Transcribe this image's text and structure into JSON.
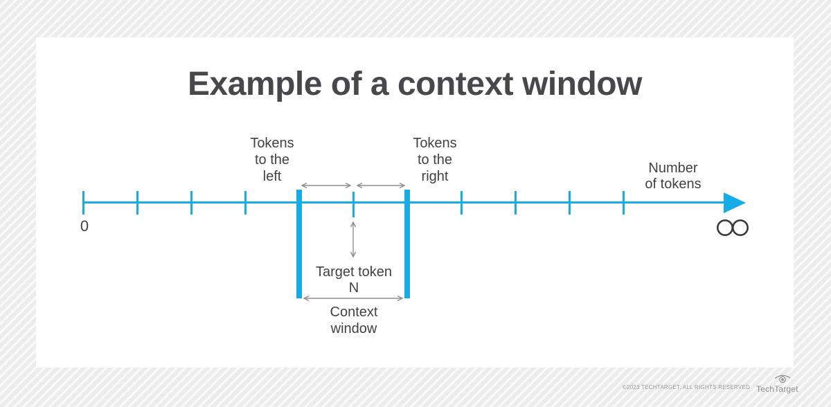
{
  "title": "Example of a context window",
  "axis": {
    "origin_label": "0",
    "infinity_symbol": "infinity-icon",
    "accent_color": "#15ace8",
    "arrow_color": "#8e8e8e",
    "text_color": "#414042"
  },
  "labels": {
    "tokens_left": [
      "Tokens",
      "to the",
      "left"
    ],
    "tokens_right": [
      "Tokens",
      "to the",
      "right"
    ],
    "number_of_tokens": [
      "Number",
      "of tokens"
    ],
    "target_token": [
      "Target token",
      "N"
    ],
    "context_window": [
      "Context",
      "window"
    ]
  },
  "footer": {
    "copyright": "©2023 TECHTARGET, ALL RIGHTS RESERVED",
    "brand_name": "TechTarget"
  }
}
